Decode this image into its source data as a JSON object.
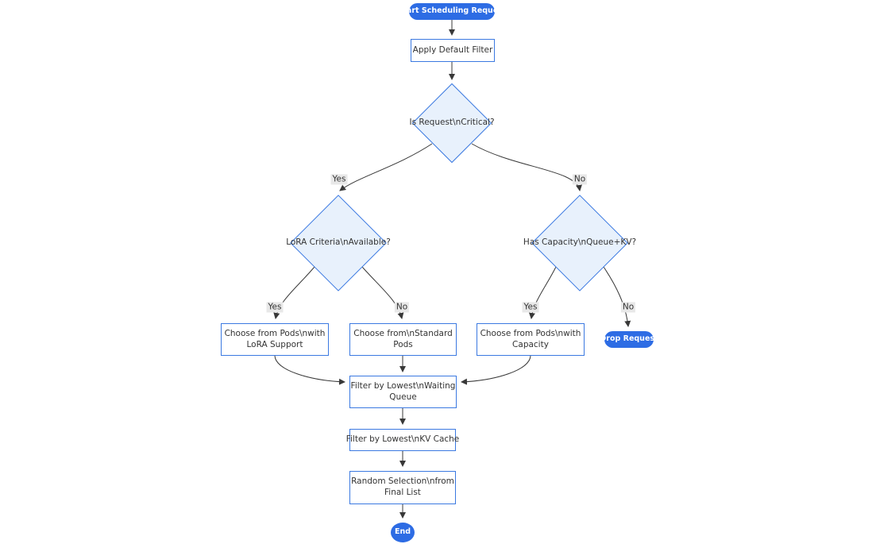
{
  "diagram": {
    "type": "flowchart",
    "direction": "top-down",
    "colors": {
      "node_border": "#3b79e1",
      "decision_fill": "#e8f1fc",
      "process_fill": "#ffffff",
      "terminal_fill": "#2d6ce4",
      "terminal_text": "#ffffff",
      "edge": "#383838",
      "label_text": "#333333",
      "edge_label_bg": "#e8e8e8"
    },
    "nodes": {
      "start": {
        "shape": "stadium",
        "label": "Start Scheduling Request"
      },
      "apply_default_filter": {
        "shape": "process",
        "label": "Apply Default Filter"
      },
      "is_request_critical": {
        "shape": "decision",
        "label": "Is Request\\nCritical?"
      },
      "lora_criteria_available": {
        "shape": "decision",
        "label": "LoRA Criteria\\nAvailable?"
      },
      "has_capacity_queue_kv": {
        "shape": "decision",
        "label": "Has Capacity\\nQueue+KV?"
      },
      "choose_pods_lora": {
        "shape": "process",
        "label": [
          "Choose from Pods\\nwith",
          "LoRA Support"
        ]
      },
      "choose_standard_pods": {
        "shape": "process",
        "label": [
          "Choose from\\nStandard",
          "Pods"
        ]
      },
      "choose_pods_capacity": {
        "shape": "process",
        "label": [
          "Choose from Pods\\nwith",
          "Capacity"
        ]
      },
      "drop_request": {
        "shape": "stadium",
        "label": "Drop Request"
      },
      "filter_waiting_queue": {
        "shape": "process",
        "label": [
          "Filter by Lowest\\nWaiting",
          "Queue"
        ]
      },
      "filter_kv_cache": {
        "shape": "process",
        "label": "Filter by Lowest\\nKV Cache"
      },
      "random_selection": {
        "shape": "process",
        "label": [
          "Random Selection\\nfrom",
          "Final List"
        ]
      },
      "end": {
        "shape": "stadium",
        "label": "End"
      }
    },
    "edge_labels": {
      "critical_yes": "Yes",
      "critical_no": "No",
      "lora_yes": "Yes",
      "lora_no": "No",
      "capacity_yes": "Yes",
      "capacity_no": "No"
    }
  }
}
